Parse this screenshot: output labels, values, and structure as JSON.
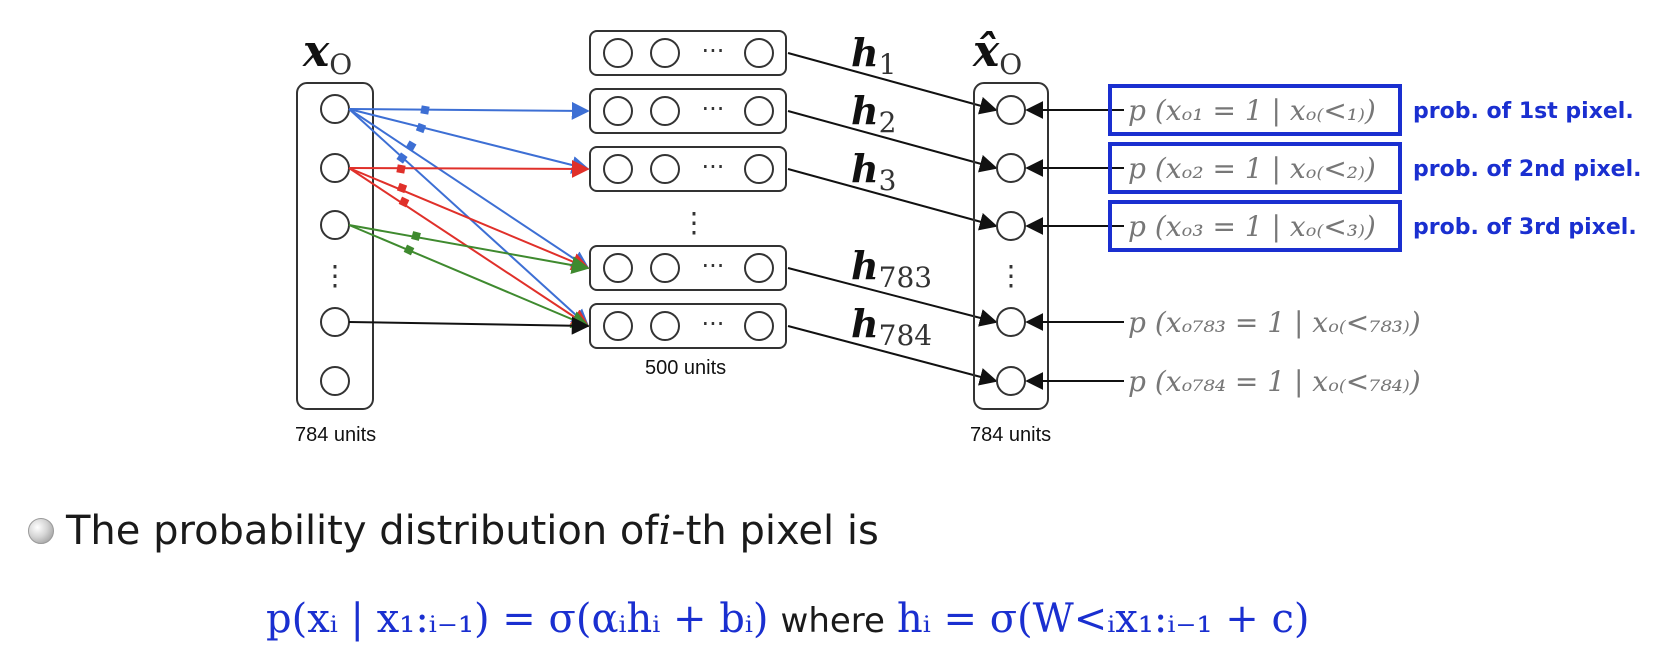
{
  "diagram": {
    "input_label": {
      "base": "x",
      "sub": "O"
    },
    "output_label": {
      "base": "x̂",
      "sub": "O"
    },
    "hidden_labels": [
      {
        "base": "h",
        "sub": "1"
      },
      {
        "base": "h",
        "sub": "2"
      },
      {
        "base": "h",
        "sub": "3"
      },
      {
        "base": "h",
        "sub": "783"
      },
      {
        "base": "h",
        "sub": "784"
      }
    ],
    "input_units": "784 units",
    "hidden_units": "500 units",
    "output_units": "784 units",
    "vertical_ellipsis": "⋮",
    "horizontal_ellipsis": "···",
    "probabilities": [
      {
        "expr": "p (xₒ₁ = 1 | xₒ₍<₁₎)",
        "label": "prob. of 1st pixel.",
        "highlighted": true
      },
      {
        "expr": "p (xₒ₂ = 1 | xₒ₍<₂₎)",
        "label": "prob. of 2nd pixel.",
        "highlighted": true
      },
      {
        "expr": "p (xₒ₃ = 1 | xₒ₍<₃₎)",
        "label": "prob. of 3rd pixel.",
        "highlighted": true
      },
      {
        "expr": "p (xₒ₇₈₃ = 1 | xₒ₍<₇₈₃₎)",
        "label": "",
        "highlighted": false
      },
      {
        "expr": "p (xₒ₇₈₄ = 1 | xₒ₍<₇₈₄₎)",
        "label": "",
        "highlighted": false
      }
    ],
    "colors": {
      "blue": "#3d6fd4",
      "red": "#e0302a",
      "green": "#3f8a2f",
      "black": "#111111",
      "box": "#1a2fd0"
    }
  },
  "bullet": {
    "prefix": "The probability distribution of ",
    "ivar": "i",
    "suffix": "-th pixel is"
  },
  "formula": {
    "left": "p(xᵢ | x₁:ᵢ₋₁) = σ(αᵢhᵢ + bᵢ)",
    "where": "where",
    "right": "hᵢ = σ(W<ᵢx₁:ᵢ₋₁ + c)"
  }
}
